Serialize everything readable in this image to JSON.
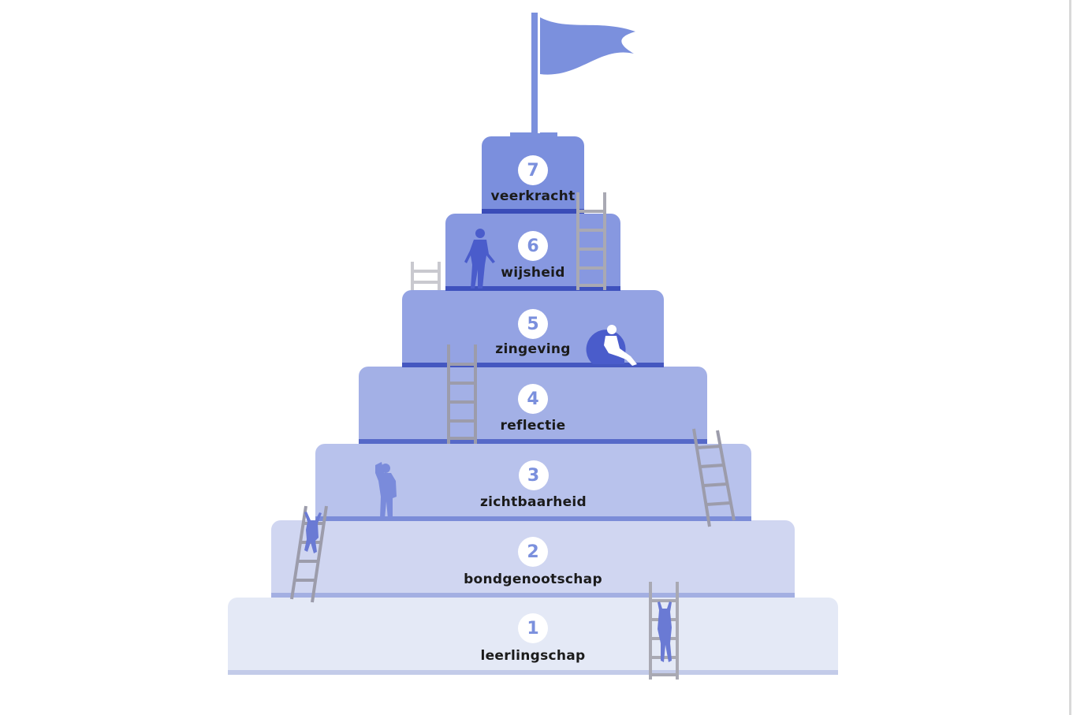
{
  "pyramid": {
    "levels": [
      {
        "number": "1",
        "label": "leerlingschap",
        "color": "#e4e9f6",
        "band": "#c3cbe9"
      },
      {
        "number": "2",
        "label": "bondgenootschap",
        "color": "#d0d6f1",
        "band": "#a3afe2"
      },
      {
        "number": "3",
        "label": "zichtbaarheid",
        "color": "#b8c2ec",
        "band": "#7b8cd8"
      },
      {
        "number": "4",
        "label": "reflectie",
        "color": "#a3b0e6",
        "band": "#5669c8"
      },
      {
        "number": "5",
        "label": "zingeving",
        "color": "#94a3e3",
        "band": "#4457c0"
      },
      {
        "number": "6",
        "label": "wijsheid",
        "color": "#8798e0",
        "band": "#3e51bd"
      },
      {
        "number": "7",
        "label": "veerkracht",
        "color": "#7b8fdd",
        "band": "#3a4cb8"
      }
    ],
    "icons": {
      "flag": "flag-icon",
      "ladder": "ladder-icon",
      "person": "person-icon"
    },
    "colors": {
      "flag": "#7b90dd",
      "ladder": "#a6a6b0",
      "figure": "#7080d8",
      "figure_dark": "#4a5ccb"
    }
  }
}
